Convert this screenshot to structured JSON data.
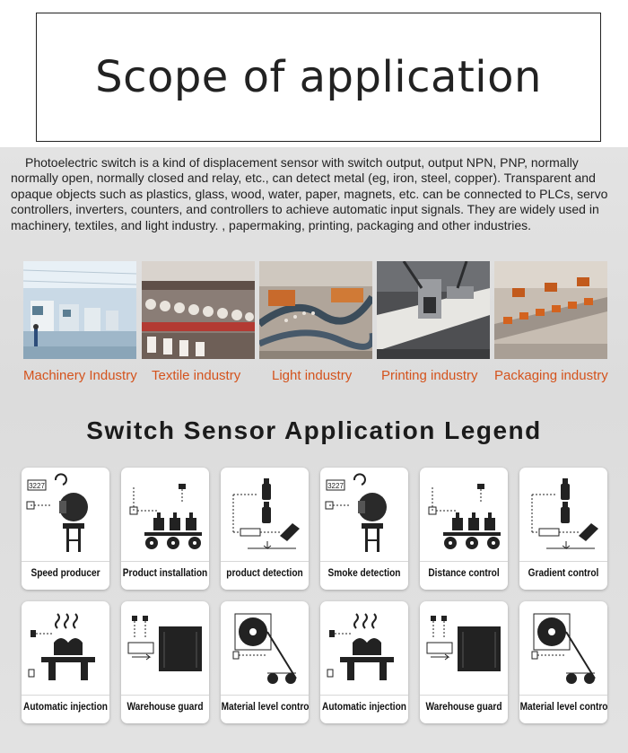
{
  "page": {
    "title": "Scope of application",
    "intro": "Photoelectric switch is a kind of displacement sensor with switch output, output NPN, PNP, normally normally open, normally closed and relay, etc., can detect metal (eg, iron, steel, copper).  Transparent and opaque objects such as plastics, glass, wood, water, paper, magnets, etc. can be connected to PLCs, servo controllers, inverters, counters, and controllers to achieve automatic input signals. They are widely used in machinery, textiles, and light industry. , papermaking, printing, packaging and other industries."
  },
  "industries": [
    {
      "label": "Machinery Industry",
      "icon": "machinery-photo"
    },
    {
      "label": "Textile industry",
      "icon": "textile-photo"
    },
    {
      "label": "Light industry",
      "icon": "light-industry-photo"
    },
    {
      "label": "Printing industry",
      "icon": "printing-photo"
    },
    {
      "label": "Packaging industry",
      "icon": "packaging-photo"
    }
  ],
  "legend": {
    "title": "Switch Sensor Application Legend",
    "items": [
      {
        "label": "Speed producer",
        "icon": "speed-producer-icon"
      },
      {
        "label": "Product installation",
        "icon": "product-installation-icon"
      },
      {
        "label": "product detection",
        "icon": "product-detection-icon"
      },
      {
        "label": "Smoke detection",
        "icon": "smoke-detection-icon"
      },
      {
        "label": "Distance control",
        "icon": "distance-control-icon"
      },
      {
        "label": "Gradient control",
        "icon": "gradient-control-icon"
      },
      {
        "label": "Automatic injection",
        "icon": "automatic-injection-icon"
      },
      {
        "label": "Warehouse guard",
        "icon": "warehouse-guard-icon"
      },
      {
        "label": "Material level control",
        "icon": "material-level-icon"
      },
      {
        "label": "Automatic injection",
        "icon": "automatic-injection-icon"
      },
      {
        "label": "Warehouse guard",
        "icon": "warehouse-guard-icon"
      },
      {
        "label": "Material level control",
        "icon": "material-level-icon"
      }
    ],
    "counter_text": "3227"
  },
  "colors": {
    "accent_orange": "#d4531d",
    "panel_gray": "#dedede",
    "text_dark": "#222222"
  }
}
